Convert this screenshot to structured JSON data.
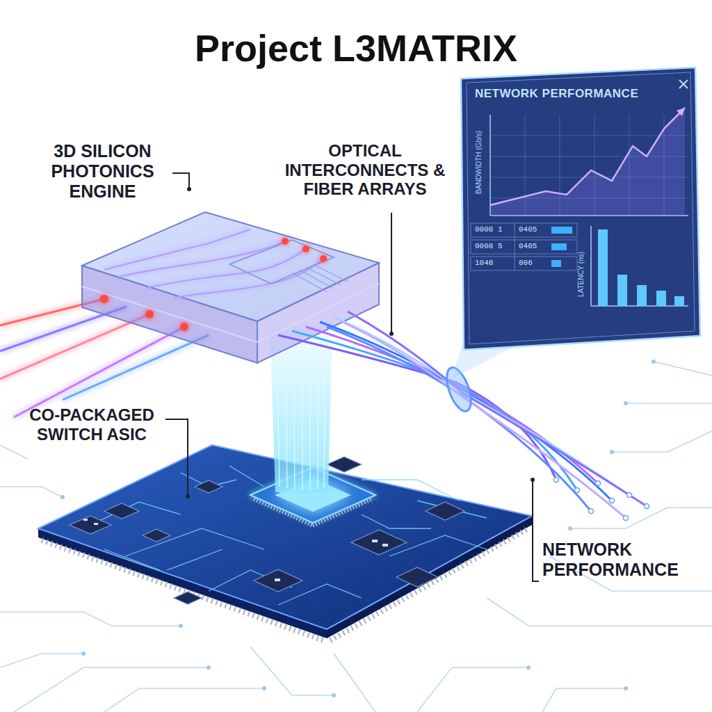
{
  "diagram": {
    "title": "Project L3MATRIX",
    "nodes": [
      {
        "text": [
          "NETWORK PERFORMANCE"
        ]
      }
    ],
    "labels": [
      "3D SILICON PHOTONICS ENGINE",
      "OPTICAL INTERCONNECTS & FIBER ARRAYS",
      "CO-PACKAGED SWITCH ASIC",
      "NETWORK PERFORMANCE",
      "BANDWIDTH (Gb/s)",
      "LATENCY (ns)",
      "0008 1",
      "0405",
      "0008 5",
      "0405",
      "1048",
      "806"
    ]
  }
}
